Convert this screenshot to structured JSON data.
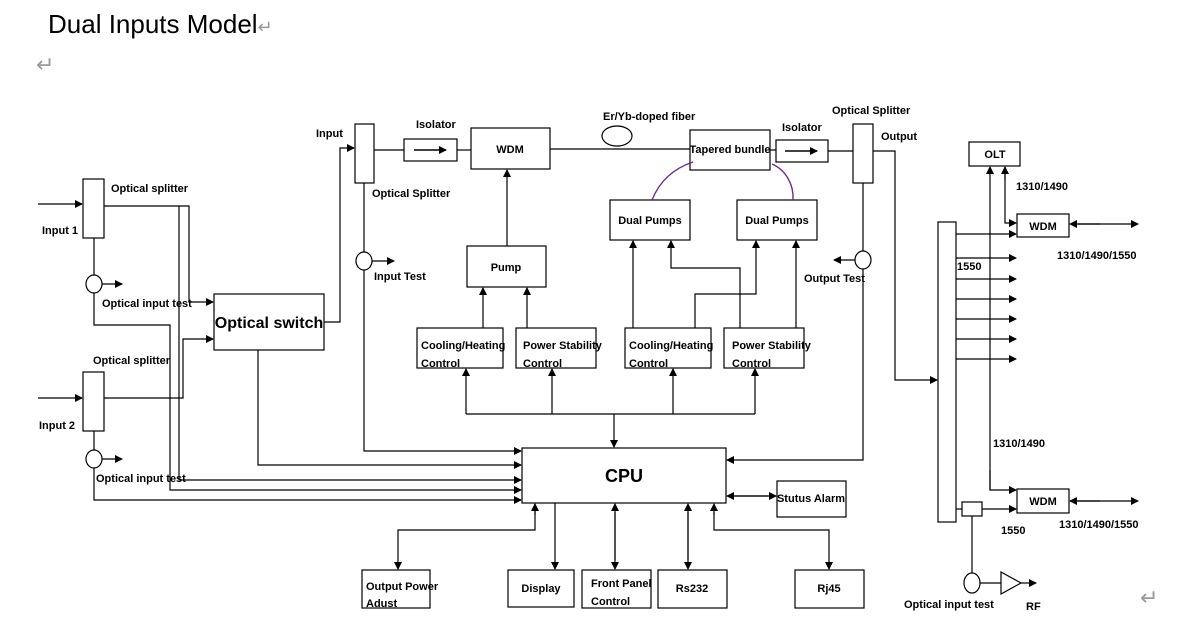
{
  "document": {
    "title": "Dual Inputs Model",
    "paragraph_mark": "↵"
  },
  "diagram": {
    "input1": "Input 1",
    "input2": "Input 2",
    "optical_splitter_1": "Optical splitter",
    "optical_splitter_2": "Optical splitter",
    "optical_input_test_1": "Optical input test",
    "optical_input_test_2": "Optical input test",
    "optical_switch": "Optical switch",
    "input": "Input",
    "optical_splitter_mid": "Optical Splitter",
    "input_test": "Input Test",
    "isolator_1": "Isolator",
    "wdm_main": "WDM",
    "fiber": "Er/Yb-doped fiber",
    "tapered_bundle": "Tapered bundle",
    "isolator_2": "Isolator",
    "optical_splitter_out": "Optical Splitter",
    "output": "Output",
    "output_test": "Output Test",
    "pump": "Pump",
    "dual_pumps_1": "Dual Pumps",
    "dual_pumps_2": "Dual Pumps",
    "cooling_1_l1": "Cooling/Heating",
    "cooling_1_l2": "Control",
    "power_1_l1": "Power Stability",
    "power_1_l2": "Control",
    "cooling_2_l1": "Cooling/Heating",
    "cooling_2_l2": "Control",
    "power_2_l1": "Power Stability",
    "power_2_l2": "Control",
    "cpu": "CPU",
    "status_alarm": "Stutus Alarm",
    "output_power_l1": "Output Power",
    "output_power_l2": "Adust",
    "display": "Display",
    "front_panel_l1": "Front Panel",
    "front_panel_l2": "Control",
    "rs232": "Rs232",
    "rj45": "Rj45",
    "olt": "OLT",
    "wl_1310_1490_top": "1310/1490",
    "wdm_top": "WDM",
    "wl_triple_top": "1310/1490/1550",
    "wl_1550_top": "1550",
    "wl_1310_1490_bot": "1310/1490",
    "wdm_bot": "WDM",
    "wl_1550_bot": "1550",
    "wl_triple_bot": "1310/1490/1550",
    "optical_input_test_rf": "Optical input test",
    "rf": "RF"
  }
}
